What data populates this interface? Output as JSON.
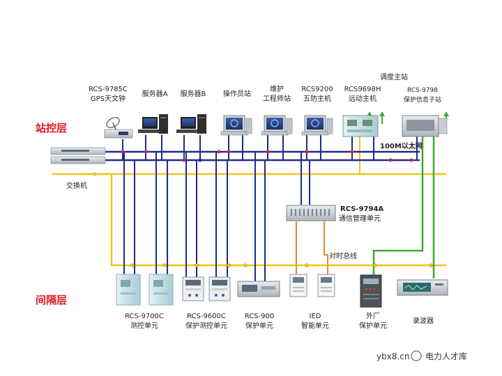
{
  "colors": {
    "layer_text": "#e11b22",
    "network_bus": "#1e2a8a",
    "time_bus": "#f0c419",
    "comm_link": "#e58a2c",
    "fault_link": "#3da835",
    "device_grey": "#b8bfc6",
    "device_teal": "#cfe6ea"
  },
  "layers": {
    "station": "站控层",
    "bay": "间隔层"
  },
  "top_devices": {
    "gps": [
      "RCS-9785C",
      "GPS天文钟"
    ],
    "server_a": [
      "服务器A"
    ],
    "server_b": [
      "服务器B"
    ],
    "operator": [
      "操作员站"
    ],
    "engineer": [
      "维护",
      "工程师站"
    ],
    "five_defense": [
      "RCS9200",
      "五防主机"
    ],
    "telecontrol": [
      "RCS9698H",
      "远动主机"
    ],
    "dispatch": "调度主站",
    "substation": [
      "RCS-9798",
      "保护信息子站"
    ]
  },
  "network_label": "100M以太网",
  "switch_label": "交换机",
  "comm_unit": [
    "RCS-9794A",
    "通信管理单元"
  ],
  "time_bus_label": "对时总线",
  "bottom_devices": {
    "measure_control": [
      "RCS-9700C",
      "测控单元"
    ],
    "protect_measure": [
      "RCS-9600C",
      "保护测控单元"
    ],
    "protection": [
      "RCS-900",
      "保护单元"
    ],
    "ied": [
      "IED",
      "智能单元"
    ],
    "external": [
      "外厂",
      "保护单元"
    ],
    "recorder": [
      "录波器"
    ]
  },
  "watermark": {
    "site": "ybx8.cn",
    "brand": "电力人才库"
  }
}
